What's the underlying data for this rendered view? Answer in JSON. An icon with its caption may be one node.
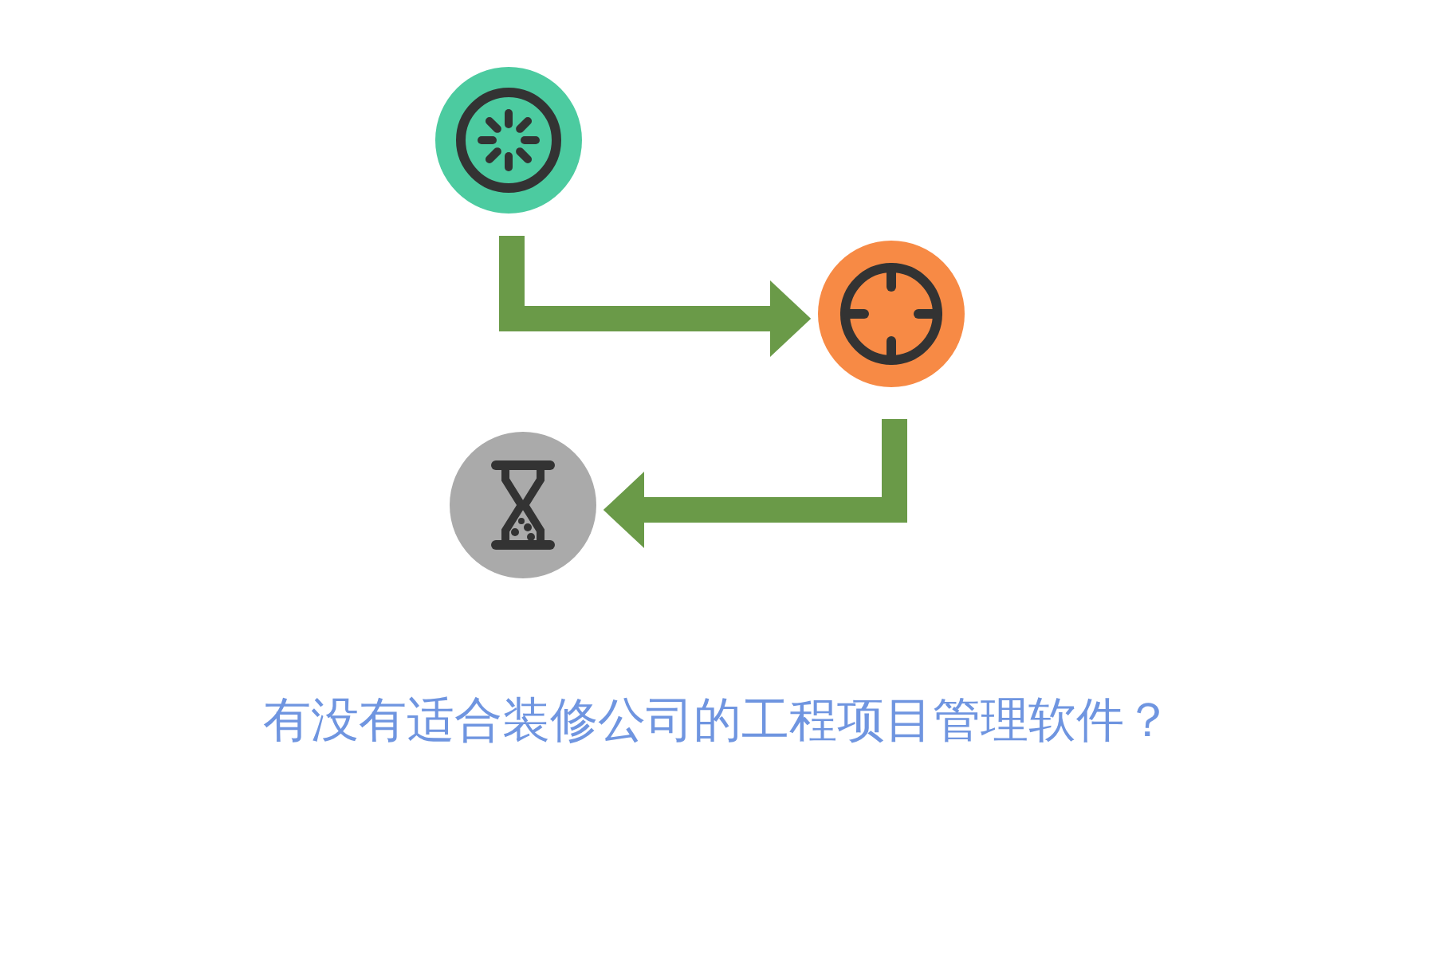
{
  "diagram": {
    "caption": "有没有适合装修公司的工程项目管理软件？",
    "nodes": [
      {
        "text": [],
        "shape": "circle"
      },
      {
        "text": [],
        "shape": "circle"
      },
      {
        "text": [],
        "shape": "circle"
      }
    ],
    "edges": [
      {
        "from": 0,
        "to": 1,
        "arrow": "to"
      },
      {
        "from": 1,
        "to": 2,
        "arrow": "to"
      }
    ]
  }
}
